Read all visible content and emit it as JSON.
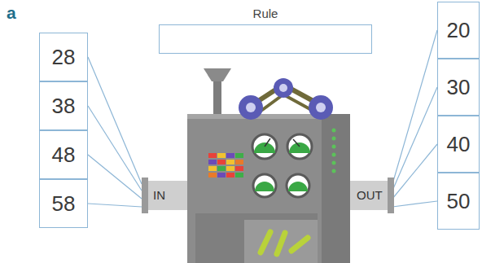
{
  "diagram": {
    "nodes": [
      {
        "text": [
          "Rule"
        ]
      },
      {
        "text": [
          "28"
        ]
      },
      {
        "text": [
          "38"
        ]
      },
      {
        "text": [
          "48"
        ]
      },
      {
        "text": [
          "58"
        ]
      },
      {
        "text": [
          "20"
        ]
      },
      {
        "text": [
          "30"
        ]
      },
      {
        "text": [
          "40"
        ]
      },
      {
        "text": [
          "50"
        ]
      }
    ],
    "labels": [
      "a",
      "IN",
      "OUT"
    ]
  }
}
